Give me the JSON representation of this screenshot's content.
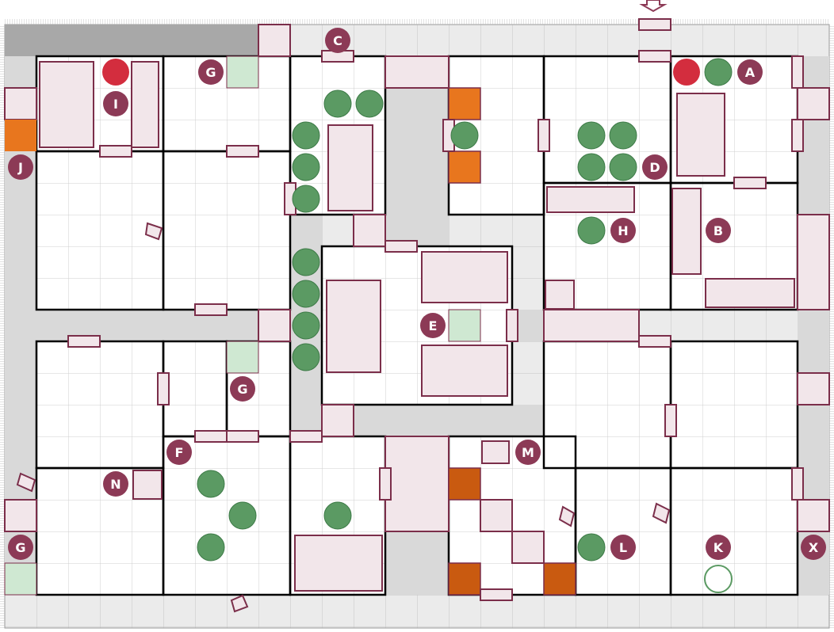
{
  "colors": {
    "grid_fill": "#ebebeb",
    "room_fill": "#ffffff",
    "corridor_fill": "#d7d7d7",
    "dark_tile": "#a8a8a8",
    "marker": "#8c3a56",
    "furniture": "#7b2e4a",
    "furniture_fill": "#f2e6ea",
    "monster": "#5b9a63",
    "monster_dark": "#3d7a47",
    "hero_red": "#d32d3e",
    "trap": "#e8761e",
    "pit": "#c95a10",
    "scroll_tile": "#cfe8d2"
  },
  "icons": {
    "skeleton": "skull-icon",
    "mummy": "mummy-icon",
    "zombie": "zombie-icon",
    "orc": "orc-icon",
    "goblin": "goblin-icon",
    "gargoyle": "gargoyle-icon",
    "chaos_warrior": "chaos-warrior-icon",
    "hero": "hero-icon",
    "treasure_scroll": "scroll-icon",
    "door": "door-icon",
    "rubble": "rubble-icon",
    "trap": "trap-icon",
    "pit": "pit-icon",
    "entrance_arrow": "arrow-down-icon"
  },
  "markers": [
    {
      "id": "A",
      "label": "A"
    },
    {
      "id": "B",
      "label": "B"
    },
    {
      "id": "C",
      "label": "C"
    },
    {
      "id": "D",
      "label": "D"
    },
    {
      "id": "E",
      "label": "E"
    },
    {
      "id": "F",
      "label": "F"
    },
    {
      "id": "G1",
      "label": "G"
    },
    {
      "id": "G2",
      "label": "G"
    },
    {
      "id": "G3",
      "label": "G"
    },
    {
      "id": "H",
      "label": "H"
    },
    {
      "id": "I",
      "label": "I"
    },
    {
      "id": "J",
      "label": "J"
    },
    {
      "id": "K",
      "label": "K"
    },
    {
      "id": "L",
      "label": "L"
    },
    {
      "id": "M",
      "label": "M"
    },
    {
      "id": "N",
      "label": "N"
    },
    {
      "id": "X",
      "label": "X"
    }
  ]
}
